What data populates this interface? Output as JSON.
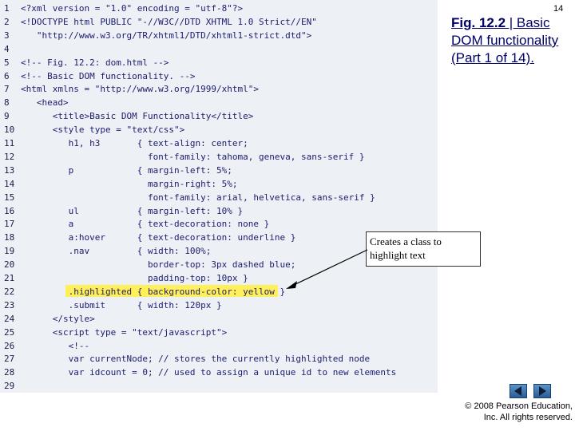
{
  "slide": {
    "number": "14",
    "title_fig": "Fig. 12.2",
    "title_rest": " | Basic DOM functionality (Part 1 of 14).",
    "callout": "Creates a class to highlight text",
    "copyright_line1": "© 2008 Pearson Education,",
    "copyright_line2": "Inc.  All rights reserved."
  },
  "code": {
    "line_numbers": [
      "1",
      "2",
      "3",
      "4",
      "5",
      "6",
      "7",
      "8",
      "9",
      "10",
      "11",
      "12",
      "13",
      "14",
      "15",
      "16",
      "17",
      "18",
      "19",
      "20",
      "21",
      "22",
      "23",
      "24",
      "25",
      "26",
      "27",
      "28",
      "29"
    ],
    "lines": [
      "<?xml version = \"1.0\" encoding = \"utf-8\"?>",
      "<!DOCTYPE html PUBLIC \"-//W3C//DTD XHTML 1.0 Strict//EN\"",
      "   \"http://www.w3.org/TR/xhtml1/DTD/xhtml1-strict.dtd\">",
      "",
      "<!-- Fig. 12.2: dom.html -->",
      "<!-- Basic DOM functionality. -->",
      "<html xmlns = \"http://www.w3.org/1999/xhtml\">",
      "   <head>",
      "      <title>Basic DOM Functionality</title>",
      "      <style type = \"text/css\">",
      "         h1, h3       { text-align: center;",
      "                        font-family: tahoma, geneva, sans-serif }",
      "         p            { margin-left: 5%;",
      "                        margin-right: 5%;",
      "                        font-family: arial, helvetica, sans-serif }",
      "         ul           { margin-left: 10% }",
      "         a            { text-decoration: none }",
      "         a:hover      { text-decoration: underline }",
      "         .nav         { width: 100%;",
      "                        border-top: 3px dashed blue;",
      "                        padding-top: 10px }",
      "         .highlighted { background-color: yellow }",
      "         .submit      { width: 120px }",
      "      </style>",
      "      <script type = \"text/javascript\">",
      "         <!--",
      "         var currentNode; // stores the currently highlighted node",
      "         var idcount = 0; // used to assign a unique id to new elements",
      ""
    ]
  }
}
